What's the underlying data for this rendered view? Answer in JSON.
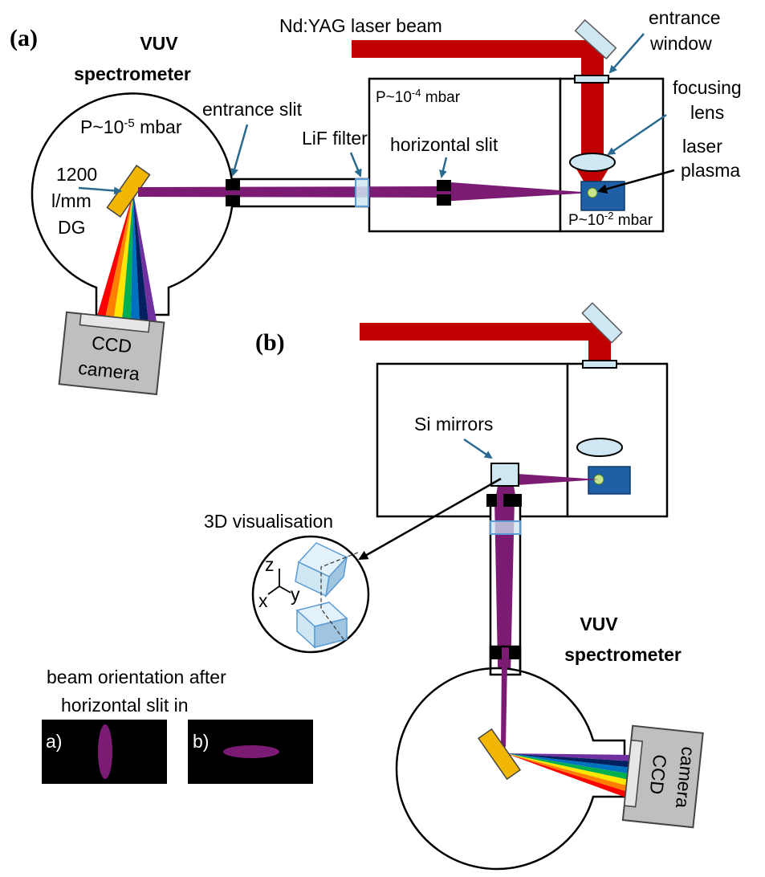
{
  "colors": {
    "laser": "#c00000",
    "beam": "#7b1b73",
    "grating": "#f2b705",
    "lif": "#cfe6f3",
    "target": "#1f5fa6",
    "pointer": "#2b6a8f",
    "ccd": "#bfbfbf"
  },
  "panel_a": {
    "label": "(a)",
    "spectrometer": [
      "VUV",
      "spectrometer"
    ],
    "pressure_spectrometer": {
      "prefix": "P~10",
      "exp": "-5",
      "unit": " mbar"
    },
    "pressure_chamber": {
      "prefix": "P~10",
      "exp": "-4",
      "unit": " mbar"
    },
    "pressure_target": {
      "prefix": "P~10",
      "exp": "-2",
      "unit": " mbar"
    },
    "laser_beam": "Nd:YAG laser beam",
    "entrance_window": [
      "entrance",
      "window"
    ],
    "focusing_lens": [
      "focusing",
      "lens"
    ],
    "laser_plasma": [
      "laser",
      "plasma"
    ],
    "entrance_slit": "entrance slit",
    "lif_filter": "LiF filter",
    "horizontal_slit": "horizontal slit",
    "grating": [
      "1200",
      "l/mm",
      "DG"
    ],
    "ccd": [
      "CCD",
      "camera"
    ]
  },
  "panel_b": {
    "label": "(b)",
    "si_mirrors": "Si mirrors",
    "visualisation": "3D visualisation",
    "axes": [
      "z",
      "x",
      "y"
    ],
    "spectrometer": [
      "VUV",
      "spectrometer"
    ],
    "ccd": [
      "CCD",
      "camera"
    ]
  },
  "beam_orientation": {
    "title": [
      "beam orientation after",
      "horizontal slit in"
    ],
    "insets": [
      "a)",
      "b)"
    ]
  }
}
